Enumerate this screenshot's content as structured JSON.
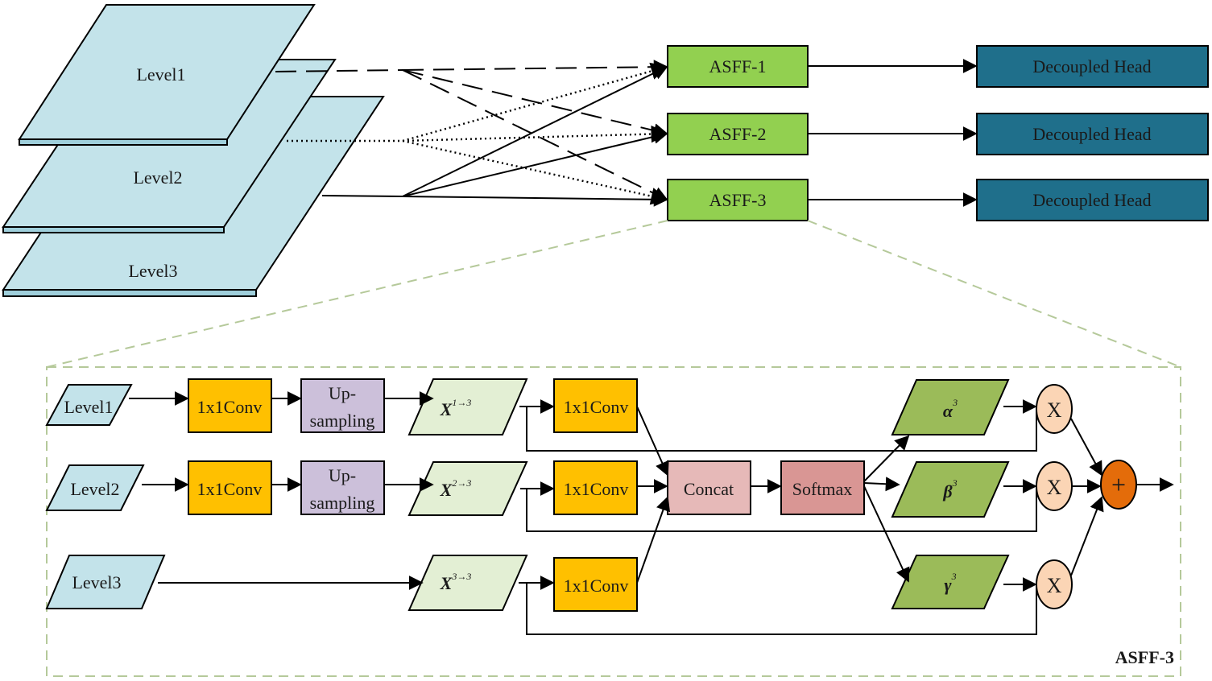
{
  "stack": {
    "level1": "Level1",
    "level2": "Level2",
    "level3": "Level3"
  },
  "asff": {
    "a1": "ASFF-1",
    "a2": "ASFF-2",
    "a3": "ASFF-3"
  },
  "heads": {
    "h1": "Decoupled Head",
    "h2": "Decoupled Head",
    "h3": "Decoupled Head"
  },
  "detail": {
    "caption": "ASFF-3",
    "in1": "Level1",
    "in2": "Level2",
    "in3": "Level3",
    "conv_a": "1x1Conv",
    "conv_b": "1x1Conv",
    "up_a_line1": "Up-",
    "up_a_line2": "sampling",
    "up_b_line1": "Up-",
    "up_b_line2": "sampling",
    "x1": "X",
    "x1_sup": "1→3",
    "x2": "X",
    "x2_sup": "2→3",
    "x3": "X",
    "x3_sup": "3→3",
    "conv_c": "1x1Conv",
    "conv_d": "1x1Conv",
    "conv_e": "1x1Conv",
    "concat": "Concat",
    "softmax": "Softmax",
    "alpha": "α",
    "alpha_sup": "3",
    "beta": "β",
    "beta_sup": "3",
    "gamma": "γ",
    "gamma_sup": "3",
    "mul1": "X",
    "mul2": "X",
    "mul3": "X",
    "add": "+"
  },
  "colors": {
    "level_fill": "#c3e3ea",
    "asff_fill": "#92d050",
    "head_fill": "#1f6f8b",
    "conv_fill": "#ffc000",
    "upsample_fill": "#ccc0da",
    "x_fill": "#e3efd4",
    "weight_fill": "#9bbb59",
    "concat_fill": "#e6b9b8",
    "softmax_fill": "#d99694",
    "mul_fill": "#fbd5b5",
    "add_fill": "#e46c0a"
  }
}
